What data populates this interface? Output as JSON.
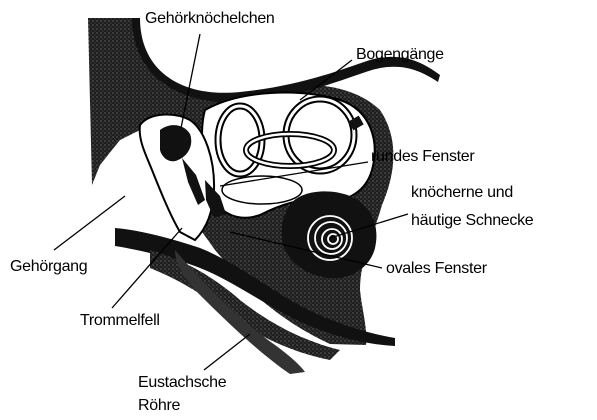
{
  "labels": {
    "ossicles": "Gehörknöchelchen",
    "semicircular_canals": "Bogengänge",
    "round_window": "rundes Fenster",
    "cochlea_line1": "knöcherne und",
    "cochlea_line2": "häutige Schnecke",
    "ear_canal": "Gehörgang",
    "oval_window": "ovales Fenster",
    "eardrum": "Trommelfell",
    "eustachian_line1": "Eustachsche",
    "eustachian_line2": "Röhre"
  },
  "colors": {
    "ink": "#000000",
    "shade": "#2a2a2a",
    "paper": "#ffffff"
  }
}
